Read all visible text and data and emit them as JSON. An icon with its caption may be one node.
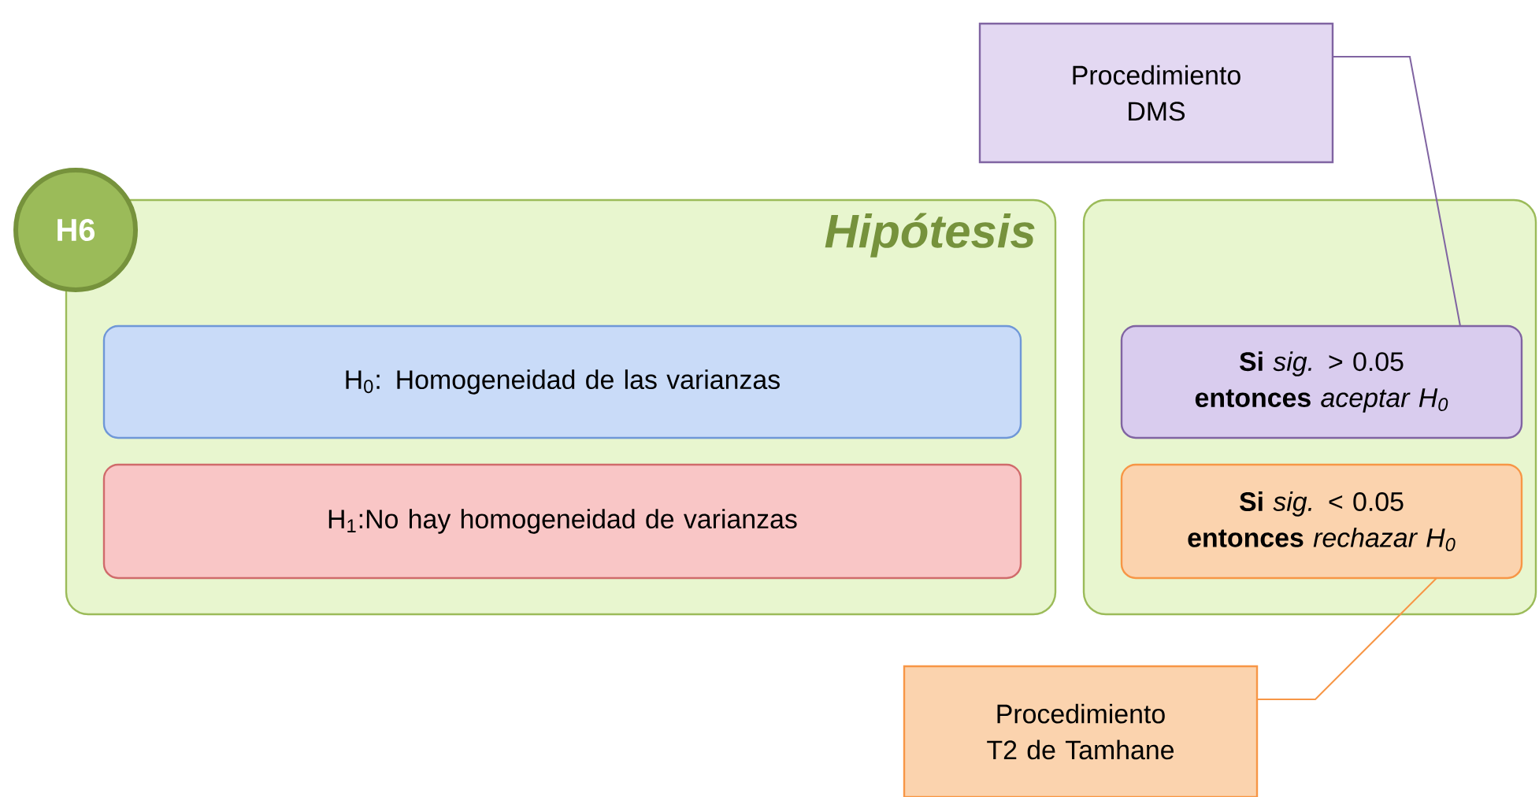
{
  "diagram": {
    "nodes": [
      {
        "text": [
          "Hipótesis"
        ]
      },
      {
        "text": [
          "H6"
        ]
      },
      {
        "text": [
          "H$_{0}$: Homogeneidad de las varianzas"
        ],
        "in": 0
      },
      {
        "text": [
          "H$_{1}$:No hay homogeneidad de varianzas"
        ],
        "in": 0
      },
      {
        "text": [],
        "shape": "box"
      },
      {
        "text": [
          "**Si** *sig.* > 0.05 **entonces** *aceptar H$_{0}$*"
        ],
        "in": 4
      },
      {
        "text": [
          "**Si** *sig.* < 0.05 **entonces** *rechazar H$_{0}$*"
        ],
        "in": 4
      },
      {
        "text": [
          "Procedimiento DMS"
        ]
      },
      {
        "text": [
          "Procedimiento T2 de Tamhane"
        ]
      }
    ],
    "edges": [
      {
        "from": 7,
        "to": 5,
        "arrow": "none",
        "color": "#8064a2"
      },
      {
        "from": 8,
        "to": 6,
        "arrow": "none",
        "color": "#f79646"
      }
    ]
  }
}
